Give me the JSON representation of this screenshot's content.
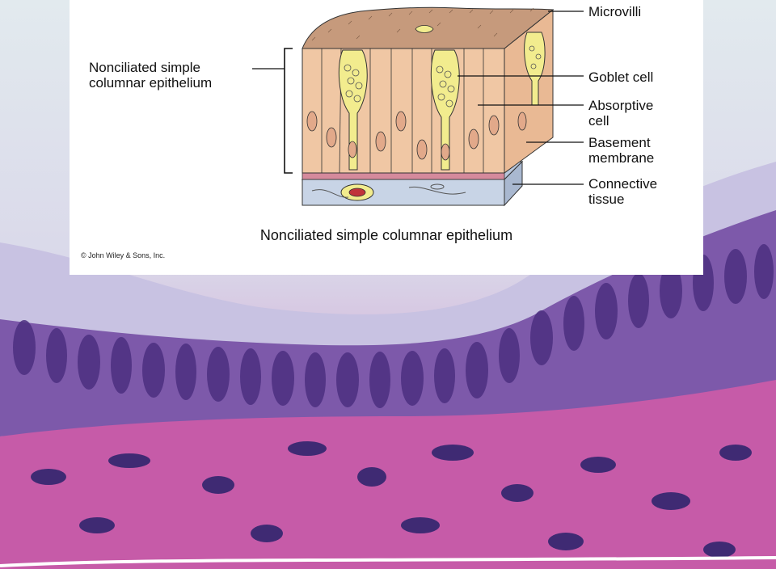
{
  "labels": {
    "left": "Nonciliated simple\ncolumnar epithelium",
    "microvilli": "Microvilli",
    "goblet": "Goblet cell",
    "absorptive": "Absorptive\ncell",
    "basement": "Basement\nmembrane",
    "connective": "Connective\ntissue"
  },
  "caption": "Nonciliated simple columnar epithelium",
  "copyright": "© John Wiley & Sons, Inc.",
  "colors": {
    "cell": "#f0c7a4",
    "goblet": "#f2ec8e",
    "basement_membrane": "#d58a9c",
    "connective_tissue": "#c8d4e6",
    "stain_purple": "#6a3f96",
    "stain_pink": "#c05aa4"
  }
}
